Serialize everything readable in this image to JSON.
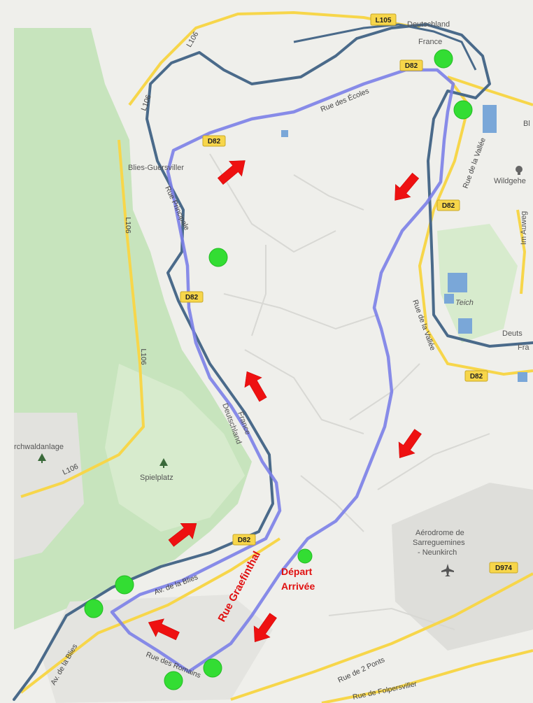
{
  "labels": {
    "deutschland_top": "Deutschland",
    "france_top": "France",
    "bl": "Bl",
    "wildgeh": "Wildgehe",
    "im_auweg": "Im Auweg",
    "teich": "Teich",
    "deuts": "Deuts",
    "fra": "Fra",
    "blies_guersviller": "Blies-Guersviller",
    "schwaldanlage": "rchwaldanlage",
    "spielplatz": "Spielplatz",
    "france_border": "France",
    "deutschland_border": "Deutschland",
    "aerodrome": [
      "Aérodrome de",
      "Sarreguemines",
      "- Neunkirch"
    ]
  },
  "streets": {
    "rue_des_ecoles": "Rue des Écoles",
    "rue_de_la_vallee_1": "Rue de la Vallée",
    "rue_de_la_vallee_2": "Rue de la Vallée",
    "rue_principale": "Rue Principale",
    "av_de_la_blies_1": "Av. de la Blies",
    "av_de_la_blies_2": "Av. de la Blies",
    "rue_des_romains": "Rue des Romains",
    "rue_de_2_ponts": "Rue de 2 Ponts",
    "rue_de_folpersviller": "Rue de Folpersviller"
  },
  "shields": {
    "l105": "L105",
    "l106_a": "L106",
    "l106_b": "L106",
    "l106_c": "L106",
    "l106_d": "L106",
    "l106_e": "L106",
    "d82_a": "D82",
    "d82_b": "D82",
    "d82_c": "D82",
    "d82_d": "D82",
    "d82_e": "D82",
    "d82_f": "D82",
    "d974": "D974"
  },
  "annotations": {
    "route_name": "Rue Graefinthal",
    "start_line1": "Départ",
    "start_line2": "Arrivée"
  },
  "colors": {
    "route": "#7b7fe8",
    "arrow": "#ee1111",
    "checkpoint": "#33dd33",
    "river": "#4a6a8a",
    "yellow_road": "#f7d64a",
    "park": "#c7e4bd"
  },
  "icons": {
    "poi_tree": "tree-icon",
    "poi_airport": "airplane-icon",
    "poi_castle": "landmark-icon"
  }
}
